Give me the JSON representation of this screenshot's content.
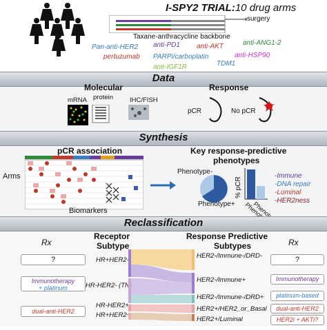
{
  "header": {
    "trial_title": "I-SPY2 TRIAL:",
    "trial_subtitle": "10 drug arms",
    "surgery_label": "surgery"
  },
  "arms": {
    "backbone": "Taxane-anthracycline backbone",
    "pan_her2": "Pan-anti-HER2",
    "anti_pd1": "anti-PD1",
    "anti_akt": "anti-AKT",
    "anti_ang": "anti-ANG1-2",
    "pertuzumab": "pertuzumab",
    "parpi": "PARPi/carboplatin",
    "anti_hsp90": "anti-HSP90",
    "tdm1": "TDM1",
    "anti_igf1r": "anti-IGF1R"
  },
  "sections": {
    "data": "Data",
    "synthesis": "Synthesis",
    "reclassification": "Reclassification"
  },
  "data_panel": {
    "molecular_title": "Molecular",
    "protein_label": "protein",
    "mrna_label": "mRNA",
    "ihc_label": "IHC/FISH",
    "response_title": "Response",
    "pcr_label": "pCR",
    "no_pcr_label": "No pCR"
  },
  "synthesis_panel": {
    "pcr_title": "pCR association",
    "arms_label": "Arms",
    "biomarkers_label": "Biomarkers",
    "key_title_1": "Key response-predictive",
    "key_title_2": "phenotypes",
    "phenotype_minus": "Phenotype-",
    "phenotype_plus": "Phenotype+",
    "pct_pcr": "% pCR",
    "bar_label_plus": "Phenotype+",
    "bar_label_minus": "Phenotype-",
    "phenotypes": [
      {
        "text": "-Immune",
        "color": "#5b3a93"
      },
      {
        "text": "-DNA repair",
        "color": "#3a7cc0"
      },
      {
        "text": "-Luminal",
        "color": "#c0392b"
      },
      {
        "text": "-HER2ness",
        "color": "#8b1a1a"
      }
    ]
  },
  "reclass_panel": {
    "rx_left": "Rx",
    "rx_right": "Rx",
    "receptor_title_1": "Receptor",
    "receptor_title_2": "Subtype",
    "response_title_1": "Response Predictive",
    "response_title_2": "Subtypes",
    "left_subtypes": [
      "HR+HER2-",
      "HR-HER2- (TN)",
      "HR-HER2+",
      "HR+HER2+"
    ],
    "right_subtypes": [
      "HER2-/Immune-/DRD-",
      "HER2-/Immune+",
      "HER2-/Immune-/DRD+",
      "HER2+/HER2_or_Basal",
      "HER2+/Luminal"
    ],
    "left_boxes": [
      {
        "line1": "?",
        "line2": ""
      },
      {
        "line1": "Immunotherapy",
        "line2": "+ platinum"
      },
      {
        "line1": "dual-anti-HER2",
        "line2": ""
      }
    ],
    "right_boxes": [
      {
        "line1": "?",
        "line2": ""
      },
      {
        "line1": "Immunotherapy",
        "line2": ""
      },
      {
        "line1": "platinum-based",
        "line2": ""
      },
      {
        "line1": "dual-anti-HER2",
        "line2": ""
      },
      {
        "line1": "HER2i + AKTi?",
        "line2": ""
      }
    ]
  },
  "colors": {
    "purple": "#6a3d9a",
    "green": "#2e8b3a",
    "blue": "#3a7cc0",
    "red": "#c0392b",
    "magenta": "#cc33cc",
    "lime": "#7fbf3f",
    "teal": "#2b7f9e"
  }
}
